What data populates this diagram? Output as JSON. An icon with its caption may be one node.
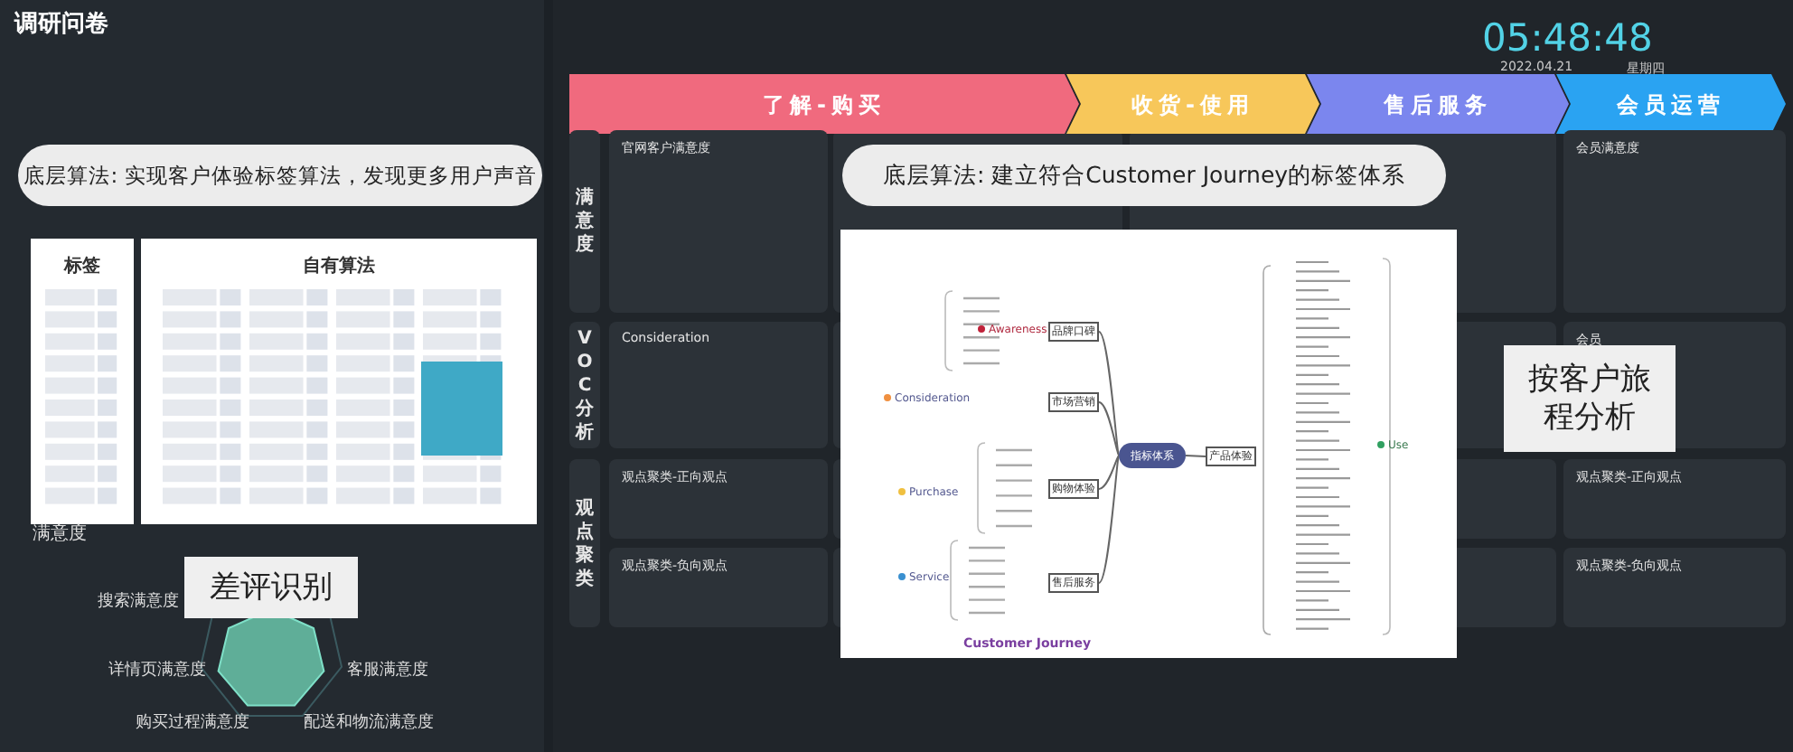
{
  "diagram": {
    "nodes": [
      {
        "text": [
          "底层算法: 实现客户体验标签算法，发现更多用户声音"
        ]
      },
      {
        "text": [
          "标签"
        ]
      },
      {
        "text": [
          "自有算法"
        ]
      },
      {
        "text": [
          "差评识别"
        ]
      },
      {
        "text": [
          "底层算法: 建立符合Customer Journey的标签体系"
        ]
      },
      {
        "text": [
          "Customer Journey"
        ]
      },
      {
        "text": [
          "指标体系"
        ],
        "in": 5
      },
      {
        "text": [
          "品牌口碑"
        ],
        "in": 5
      },
      {
        "text": [
          "市场营销"
        ],
        "in": 5
      },
      {
        "text": [
          "购物体验"
        ],
        "in": 5
      },
      {
        "text": [
          "售后服务"
        ],
        "in": 5
      },
      {
        "text": [
          "产品体验"
        ],
        "in": 5
      },
      {
        "text": [
          "按客户旅程分析"
        ]
      },
      {
        "text": [
          "了解-购买"
        ]
      },
      {
        "text": [
          "收货-使用"
        ]
      },
      {
        "text": [
          "售后服务"
        ]
      },
      {
        "text": [
          "会员运营"
        ]
      },
      {
        "text": [
          "满意度"
        ]
      },
      {
        "text": [
          "VOC分析"
        ]
      },
      {
        "text": [
          "观点聚类"
        ]
      },
      {
        "text": [
          "官网客户满意度"
        ]
      },
      {
        "text": [
          "Consideration"
        ]
      },
      {
        "text": [
          "观点聚类-正向观点"
        ]
      },
      {
        "text": [
          "观点聚类-负向观点"
        ]
      },
      {
        "text": [
          "会员满意度"
        ]
      },
      {
        "text": [
          "会员"
        ]
      },
      {
        "text": [
          "观点聚类-正向观点"
        ]
      },
      {
        "text": [
          "观点聚类-负向观点"
        ]
      }
    ],
    "edges": [
      {
        "from": 6,
        "to": 7,
        "arrow": "none"
      },
      {
        "from": 6,
        "to": 8,
        "arrow": "none"
      },
      {
        "from": 6,
        "to": 9,
        "arrow": "none"
      },
      {
        "from": 6,
        "to": 10,
        "arrow": "none"
      },
      {
        "from": 6,
        "to": 11,
        "arrow": "none"
      }
    ],
    "labels": [
      "调研问卷",
      "满意度",
      "搜索满意度",
      "详情页满意度",
      "客服满意度",
      "购买过程满意度",
      "配送和物流满意度",
      "Awareness",
      "Consideration",
      "Purchase",
      "Service",
      "Use",
      "05:48:48",
      "2022.04.21",
      "星期四"
    ]
  }
}
